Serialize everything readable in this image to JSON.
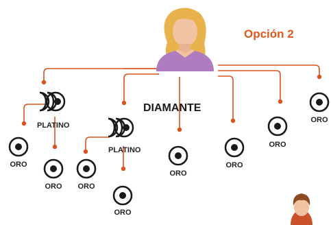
{
  "title": "Opción 2",
  "top_rank": "DIAMANTE",
  "labels": {
    "platino": "PLATINO",
    "oro": "ORO"
  },
  "colors": {
    "accent": "#e0581a",
    "line": "#d9531e",
    "icon": "#1a1a1a",
    "person_shirt": "#b07cc0",
    "person_hair": "#e8b24c",
    "person_skin": "#f2c3a3"
  }
}
